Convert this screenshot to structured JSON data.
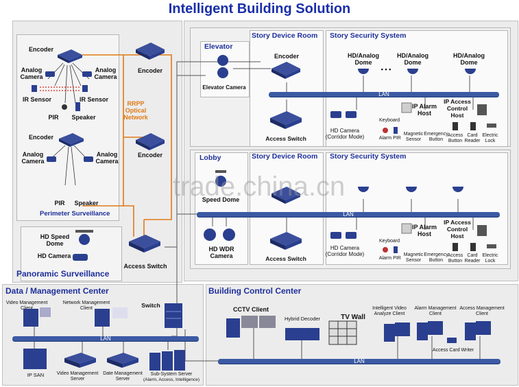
{
  "title": "Intelligent Building Solution",
  "perimeter": {
    "encoder_top": "Encoder",
    "analog_camera_l": "Analog Camera",
    "analog_camera_r": "Analog Camera",
    "ir_sensor_l": "IR Sensor",
    "ir_sensor_r": "IR Sensor",
    "pir": "PIR",
    "speaker": "Speaker",
    "encoder_bottom": "Encoder",
    "analog_camera_l2": "Analog Camera",
    "analog_camera_r2": "Analog Camera",
    "pir2": "PIR",
    "speaker2": "Speaker",
    "section_label": "Perimeter Surveillance"
  },
  "rrpp": {
    "label": "RRPP Optical Network",
    "encoder_a": "Encoder",
    "encoder_b": "Encoder"
  },
  "panoramic": {
    "speed_dome": "HD Speed Dome",
    "hd_camera": "HD Camera",
    "access_switch": "Access Switch",
    "section_label": "Panoramic Surveillance"
  },
  "upper_floor": {
    "elevator": "Elevator",
    "elevator_camera": "Elevator Camera",
    "device_room": "Story Device Room",
    "encoder": "Encoder",
    "access_switch": "Access Switch",
    "security": "Story Security System",
    "dome1": "HD/Analog Dome",
    "dome2": "HD/Analog Dome",
    "dome3": "HD/Analog Dome",
    "ellipsis": "• • •",
    "lan": "LAN",
    "hd_camera": "HD Camera (Corridor Mode)",
    "keyboard": "Keyboard",
    "alarm_host": "IP Alarm Host",
    "access_host": "IP Access Control Host",
    "alarm": "Alarm",
    "pir": "PIR",
    "magnetic": "Magnetic Sensor",
    "emergency": "Emergency Button",
    "access_button": "Access Button",
    "card_reader": "Card Reader",
    "electric_lock": "Electric Lock"
  },
  "lower_floor": {
    "lobby": "Lobby",
    "speed_dome": "Speed Dome",
    "hd_wdr": "HD WDR Camera",
    "device_room": "Story Device Room",
    "access_switch": "Access Switch",
    "security": "Story Security System",
    "lan": "LAN",
    "hd_camera": "HD Camera (Corridor Mode)",
    "keyboard": "Keyboard",
    "alarm_host": "IP Alarm Host",
    "access_host": "IP Access Control Host",
    "alarm": "Alarm",
    "pir": "PIR",
    "magnetic": "Magnetic Sensor",
    "emergency": "Emergency Button",
    "access_button": "Access Button",
    "card_reader": "Card Reader",
    "electric_lock": "Electric Lock"
  },
  "data_center": {
    "title": "Data / Management Center",
    "vm_client": "Video Management Client",
    "nm_client": "Network Management Client",
    "switch": "Switch",
    "lan": "LAN",
    "ip_san": "IP SAN",
    "vm_server": "Video Management Server",
    "date_server": "Date Management Server",
    "subsystem": "Sub-System Server",
    "subsystem_detail": "(Alarm, Access, Intelligence)"
  },
  "control_center": {
    "title": "Building Control Center",
    "cctv": "CCTV Client",
    "hybrid": "Hybrid Decoder",
    "tvwall": "TV Wall",
    "iva_client": "Intelligent Video Analyze Client",
    "alarm_client": "Alarm Management Client",
    "access_client": "Access Management Client",
    "card_writer": "Access Card Writer",
    "lan": "LAN"
  },
  "watermark": "trade.china.cn",
  "colors": {
    "title": "#1a2fa8",
    "lan": "#3b5aa3",
    "fiber": "#e07a14",
    "device": "#2a3f8f"
  }
}
